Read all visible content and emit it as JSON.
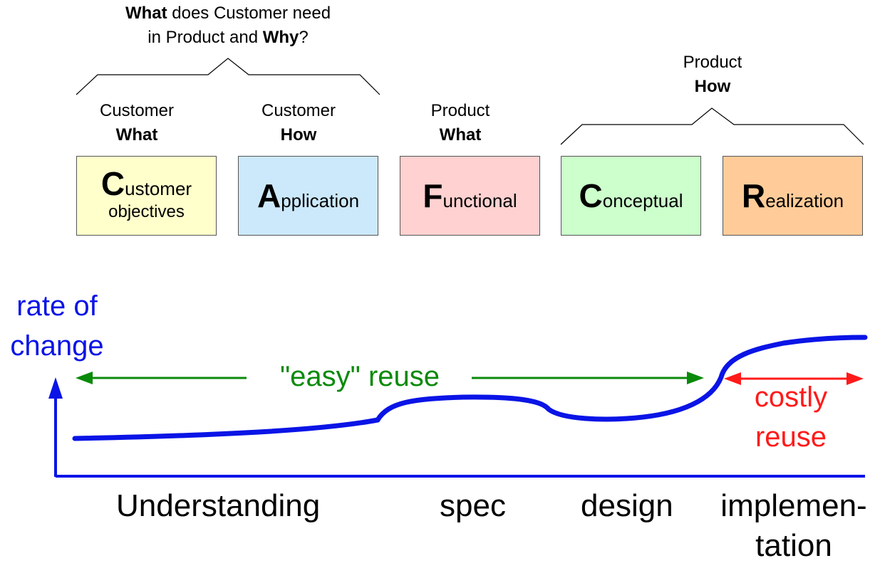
{
  "top_question": {
    "line1_bold": "What",
    "line1_rest": " does Customer need",
    "line2_start": "in Product and ",
    "line2_bold": "Why",
    "line2_end": "?"
  },
  "product_how_header": {
    "line1": "Product",
    "line2": "How"
  },
  "columns": [
    {
      "label_top": "Customer",
      "label_bold": "What",
      "big_letter": "C",
      "rest1": "ustomer",
      "rest2": "objectives",
      "color": "#ffffcc"
    },
    {
      "label_top": "Customer",
      "label_bold": "How",
      "big_letter": "A",
      "rest1": "pplication",
      "rest2": "",
      "color": "#cce9fb"
    },
    {
      "label_top": "Product",
      "label_bold": "What",
      "big_letter": "F",
      "rest1": "unctional",
      "rest2": "",
      "color": "#ffd1d1"
    },
    {
      "label_top": "",
      "label_bold": "",
      "big_letter": "C",
      "rest1": "onceptual",
      "rest2": "",
      "color": "#ccffcc"
    },
    {
      "label_top": "",
      "label_bold": "",
      "big_letter": "R",
      "rest1": "ealization",
      "rest2": "",
      "color": "#ffcc99"
    }
  ],
  "graph": {
    "axis_label_line1": "rate of",
    "axis_label_line2": "change",
    "easy_reuse": "\"easy\" reuse",
    "costly_line1": "costly",
    "costly_line2": "reuse",
    "phases": [
      "Understanding",
      "spec",
      "design",
      "implemen-",
      "tation"
    ],
    "colors": {
      "axis": "#0a14e6",
      "curve": "#0a14e6",
      "easy": "#0a8a0a",
      "costly": "#ff1a1a"
    }
  }
}
